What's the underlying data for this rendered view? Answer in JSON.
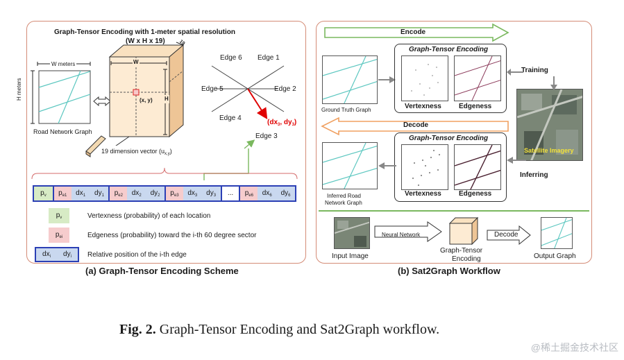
{
  "left": {
    "title": "Graph-Tensor Encoding with 1-meter spatial resolution",
    "dims": "(W x H x 19)",
    "w_meters": "W meters",
    "h_meters": "H meters",
    "road_graph_label": "Road Network Graph",
    "cube_w": "W",
    "cube_h": "H",
    "cube_depth": "19",
    "xy": "(x, y)",
    "vector_label": "19 dimension vector (u",
    "vector_sub": "x,y",
    "vector_close": ")",
    "edges": [
      "Edge 1",
      "Edge 2",
      "Edge 3",
      "Edge 4",
      "Edge 5",
      "Edge 6"
    ],
    "dxdy": "(dx",
    "dxdy_sub": "3",
    "dxdy_mid": ", dy",
    "dxdy_close": ")",
    "vector_cells": [
      {
        "t": "p",
        "s": "v"
      },
      {
        "t": "p",
        "s": "e1"
      },
      {
        "t": "dx",
        "s": "1"
      },
      {
        "t": "dy",
        "s": "1"
      },
      {
        "t": "p",
        "s": "e2"
      },
      {
        "t": "dx",
        "s": "2"
      },
      {
        "t": "dy",
        "s": "2"
      },
      {
        "t": "p",
        "s": "e3"
      },
      {
        "t": "dx",
        "s": "3"
      },
      {
        "t": "dy",
        "s": "3"
      },
      {
        "t": "...",
        "s": ""
      },
      {
        "t": "p",
        "s": "e6"
      },
      {
        "t": "dx",
        "s": "6"
      },
      {
        "t": "dy",
        "s": "6"
      }
    ],
    "legend": [
      {
        "sym": "p",
        "sub": "v",
        "text": "Vertexness (probability) of each location"
      },
      {
        "sym": "p",
        "sub": "ei",
        "text": "Edgeness (probability) toward the i-th 60 degree sector"
      },
      {
        "sym": "dx",
        "sub": "i",
        "sym2": "dy",
        "sub2": "i",
        "text": "Relative position of the i-th edge"
      }
    ],
    "caption": "(a) Graph-Tensor Encoding Scheme"
  },
  "right": {
    "encode": "Encode",
    "decode": "Decode",
    "gte_title": "Graph-Tensor Encoding",
    "vertexness": "Vertexness",
    "edgeness": "Edgeness",
    "training": "Training",
    "inferring": "Inferring",
    "satellite": "Satellite Imagery",
    "ground_truth": "Ground Truth Graph",
    "inferred_1": "Inferred Road",
    "inferred_2": "Network Graph",
    "input_image": "Input Image",
    "neural_network": "Neural Network",
    "gte_1": "Graph-Tensor",
    "gte_2": "Encoding",
    "decode2": "Decode",
    "output_graph": "Output Graph",
    "caption": "(b) Sat2Graph Workflow"
  },
  "figure_caption": {
    "bold": "Fig. 2.",
    "text": " Graph-Tensor Encoding and Sat2Graph workflow."
  },
  "watermark": "@稀土掘金技术社区",
  "colors": {
    "panel_border": "#d48b76",
    "arrow_green": "#7ab85e",
    "arrow_orange": "#f0a060",
    "vertex": "#d7ebc5",
    "edge": "#f6cccd",
    "offset": "#c9d8ef",
    "vector_border": "#2b3fb5",
    "road": "#5cc7c0",
    "red": "#e00000"
  }
}
